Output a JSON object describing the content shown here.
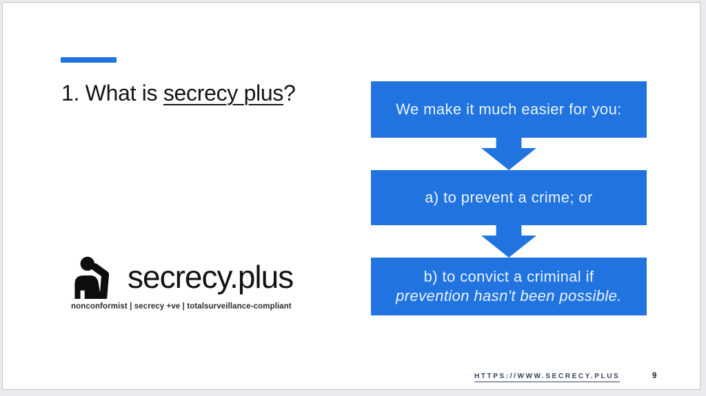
{
  "slide": {
    "title": {
      "prefix": "1. What is ",
      "emphasis": "secrecy plus",
      "suffix": "?"
    },
    "flow_boxes": [
      {
        "text": "We make it much easier for you:"
      },
      {
        "text": "a) to prevent a crime; or"
      },
      {
        "text_line1": "b) to convict a criminal if",
        "text_line2": "prevention hasn't been possible."
      }
    ],
    "logo": {
      "wordmark": "secrecy.plus",
      "tagline": "nonconformist | secrecy +ve | totalsurveillance-compliant",
      "icon": "person-whispering-icon"
    },
    "footer": {
      "link": "HTTPS://WWW.SECRECY.PLUS",
      "page_number": "9"
    },
    "colors": {
      "accent_blue": "#2174e0",
      "box_text": "#ecf2fb",
      "footer_link": "#33415c"
    }
  }
}
